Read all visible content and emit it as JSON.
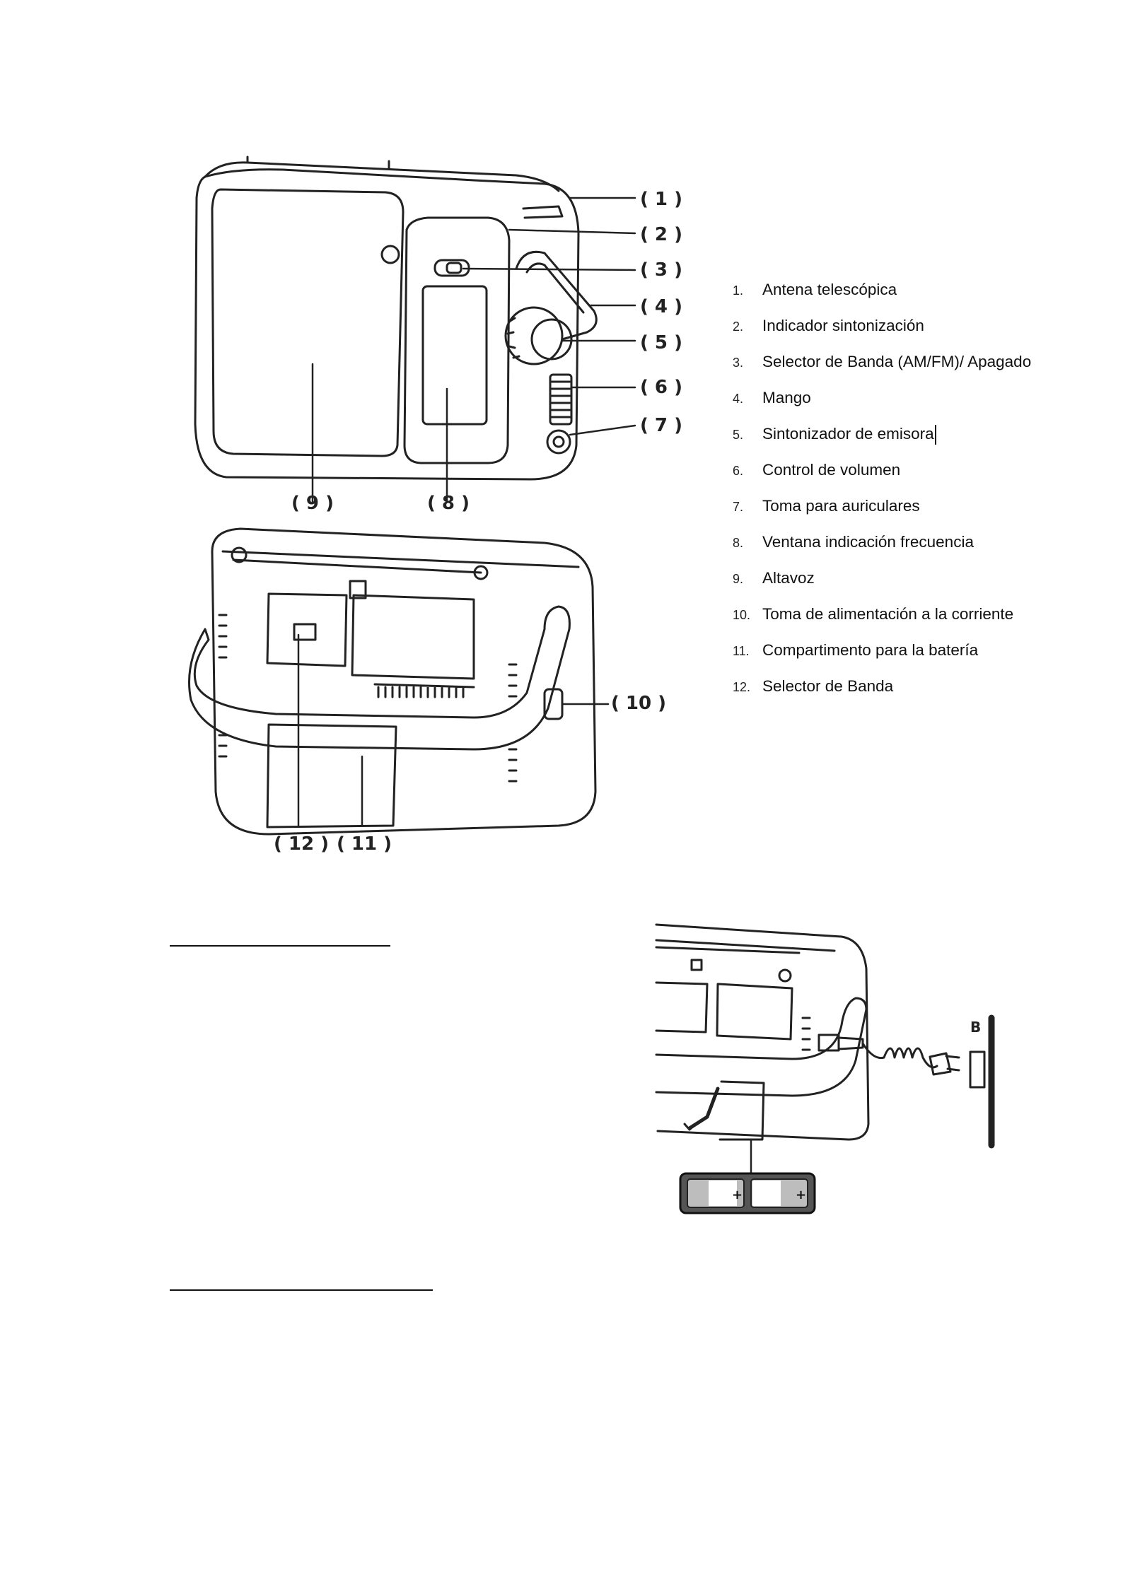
{
  "figure_front": {
    "callouts": [
      "( 1 )",
      "( 2 )",
      "( 3 )",
      "( 4 )",
      "( 5 )",
      "( 6 )",
      "( 7 )",
      "( 9 )",
      "( 8 )"
    ]
  },
  "figure_back": {
    "callouts": [
      "( 10 )",
      "( 12 )",
      "( 11 )"
    ]
  },
  "parts_list": [
    {
      "num": "1.",
      "label": "Antena telescópica"
    },
    {
      "num": "2.",
      "label": "Indicador sintonización"
    },
    {
      "num": "3.",
      "label": "Selector de Banda (AM/FM)/ Apagado"
    },
    {
      "num": "4.",
      "label": "Mango"
    },
    {
      "num": "5.",
      "label": "Sintonizador de emisora"
    },
    {
      "num": "6.",
      "label": "Control de volumen"
    },
    {
      "num": "7.",
      "label": "Toma para auriculares"
    },
    {
      "num": "8.",
      "label": "Ventana indicación frecuencia"
    },
    {
      "num": "9.",
      "label": "Altavoz"
    },
    {
      "num": "10.",
      "label": "Toma de alimentación a la corriente"
    },
    {
      "num": "11.",
      "label": "Compartimento para la batería"
    },
    {
      "num": "12.",
      "label": "Selector de Banda"
    }
  ],
  "figure_power": {
    "wall_label": "B",
    "battery_plus_1": "+",
    "battery_plus_2": "+"
  },
  "colors": {
    "ink": "#222222",
    "text": "#111111",
    "paper": "#ffffff"
  }
}
